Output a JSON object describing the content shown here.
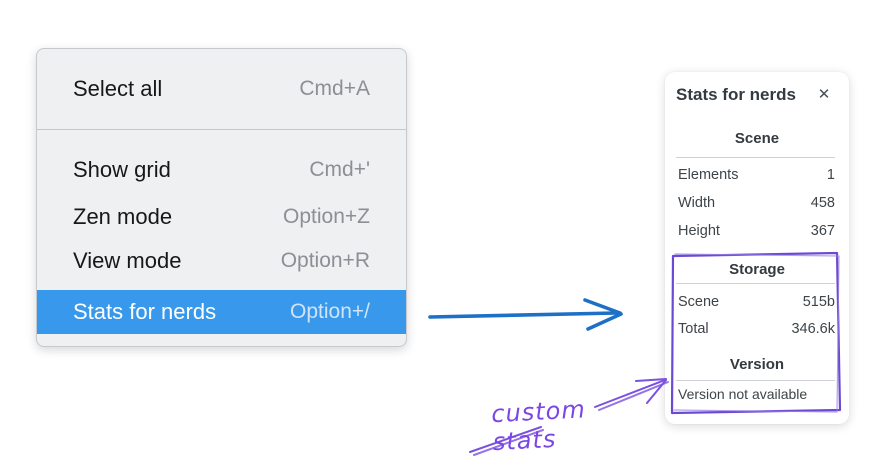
{
  "context_menu": {
    "items": [
      {
        "label": "Select all",
        "shortcut": "Cmd+A"
      },
      {
        "label": "Show grid",
        "shortcut": "Cmd+'"
      },
      {
        "label": "Zen mode",
        "shortcut": "Option+Z"
      },
      {
        "label": "View mode",
        "shortcut": "Option+R"
      },
      {
        "label": "Stats for nerds",
        "shortcut": "Option+/"
      }
    ],
    "selected_item": "Stats for nerds",
    "highlight_color": "#3899ec"
  },
  "stats_panel": {
    "title": "Stats for nerds",
    "close_icon": "✕",
    "scene_section": {
      "heading": "Scene",
      "rows": [
        {
          "label": "Elements",
          "value": "1"
        },
        {
          "label": "Width",
          "value": "458"
        },
        {
          "label": "Height",
          "value": "367"
        }
      ]
    },
    "storage_section": {
      "heading": "Storage",
      "rows": [
        {
          "label": "Scene",
          "value": "515b"
        },
        {
          "label": "Total",
          "value": "346.6k"
        }
      ]
    },
    "version_section": {
      "heading": "Version",
      "note": "Version not available"
    }
  },
  "annotations": {
    "custom_stats_label": "custom stats",
    "violet_color": "#6c49d2",
    "blue_arrow_color": "#1d70c6"
  }
}
